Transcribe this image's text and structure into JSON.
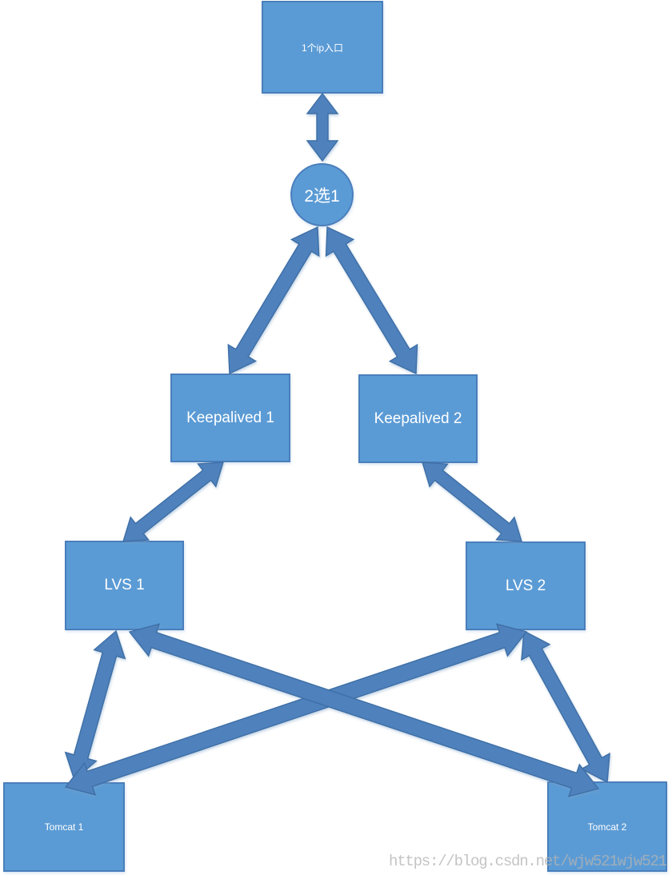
{
  "diagram": {
    "nodes": {
      "ip_entry": {
        "label": "1个ip入口",
        "shape": "rect"
      },
      "selector": {
        "label": "2选1",
        "shape": "circle"
      },
      "keepalived1": {
        "label": "Keepalived 1",
        "shape": "rect"
      },
      "keepalived2": {
        "label": "Keepalived 2",
        "shape": "rect"
      },
      "lvs1": {
        "label": "LVS 1",
        "shape": "rect"
      },
      "lvs2": {
        "label": "LVS 2",
        "shape": "rect"
      },
      "tomcat1": {
        "label": "Tomcat 1",
        "shape": "rect"
      },
      "tomcat2": {
        "label": "Tomcat 2",
        "shape": "rect"
      }
    },
    "edges": [
      {
        "from": "ip_entry",
        "to": "selector",
        "direction": "both"
      },
      {
        "from": "selector",
        "to": "keepalived1",
        "direction": "both"
      },
      {
        "from": "selector",
        "to": "keepalived2",
        "direction": "both"
      },
      {
        "from": "keepalived1",
        "to": "lvs1",
        "direction": "both"
      },
      {
        "from": "keepalived2",
        "to": "lvs2",
        "direction": "both"
      },
      {
        "from": "lvs1",
        "to": "tomcat1",
        "direction": "both"
      },
      {
        "from": "lvs2",
        "to": "tomcat2",
        "direction": "both"
      },
      {
        "from": "tomcat1",
        "to": "lvs2",
        "direction": "both"
      },
      {
        "from": "tomcat2",
        "to": "lvs1",
        "direction": "both"
      }
    ],
    "colors": {
      "node_fill": "#5b9bd5",
      "node_border": "#4a7ebb",
      "arrow_fill": "#4f81bd",
      "arrow_stroke": "#3e6fa5",
      "text": "#ffffff"
    }
  },
  "watermark": {
    "text": "https://blog.csdn.net/wjw521wjw521"
  }
}
